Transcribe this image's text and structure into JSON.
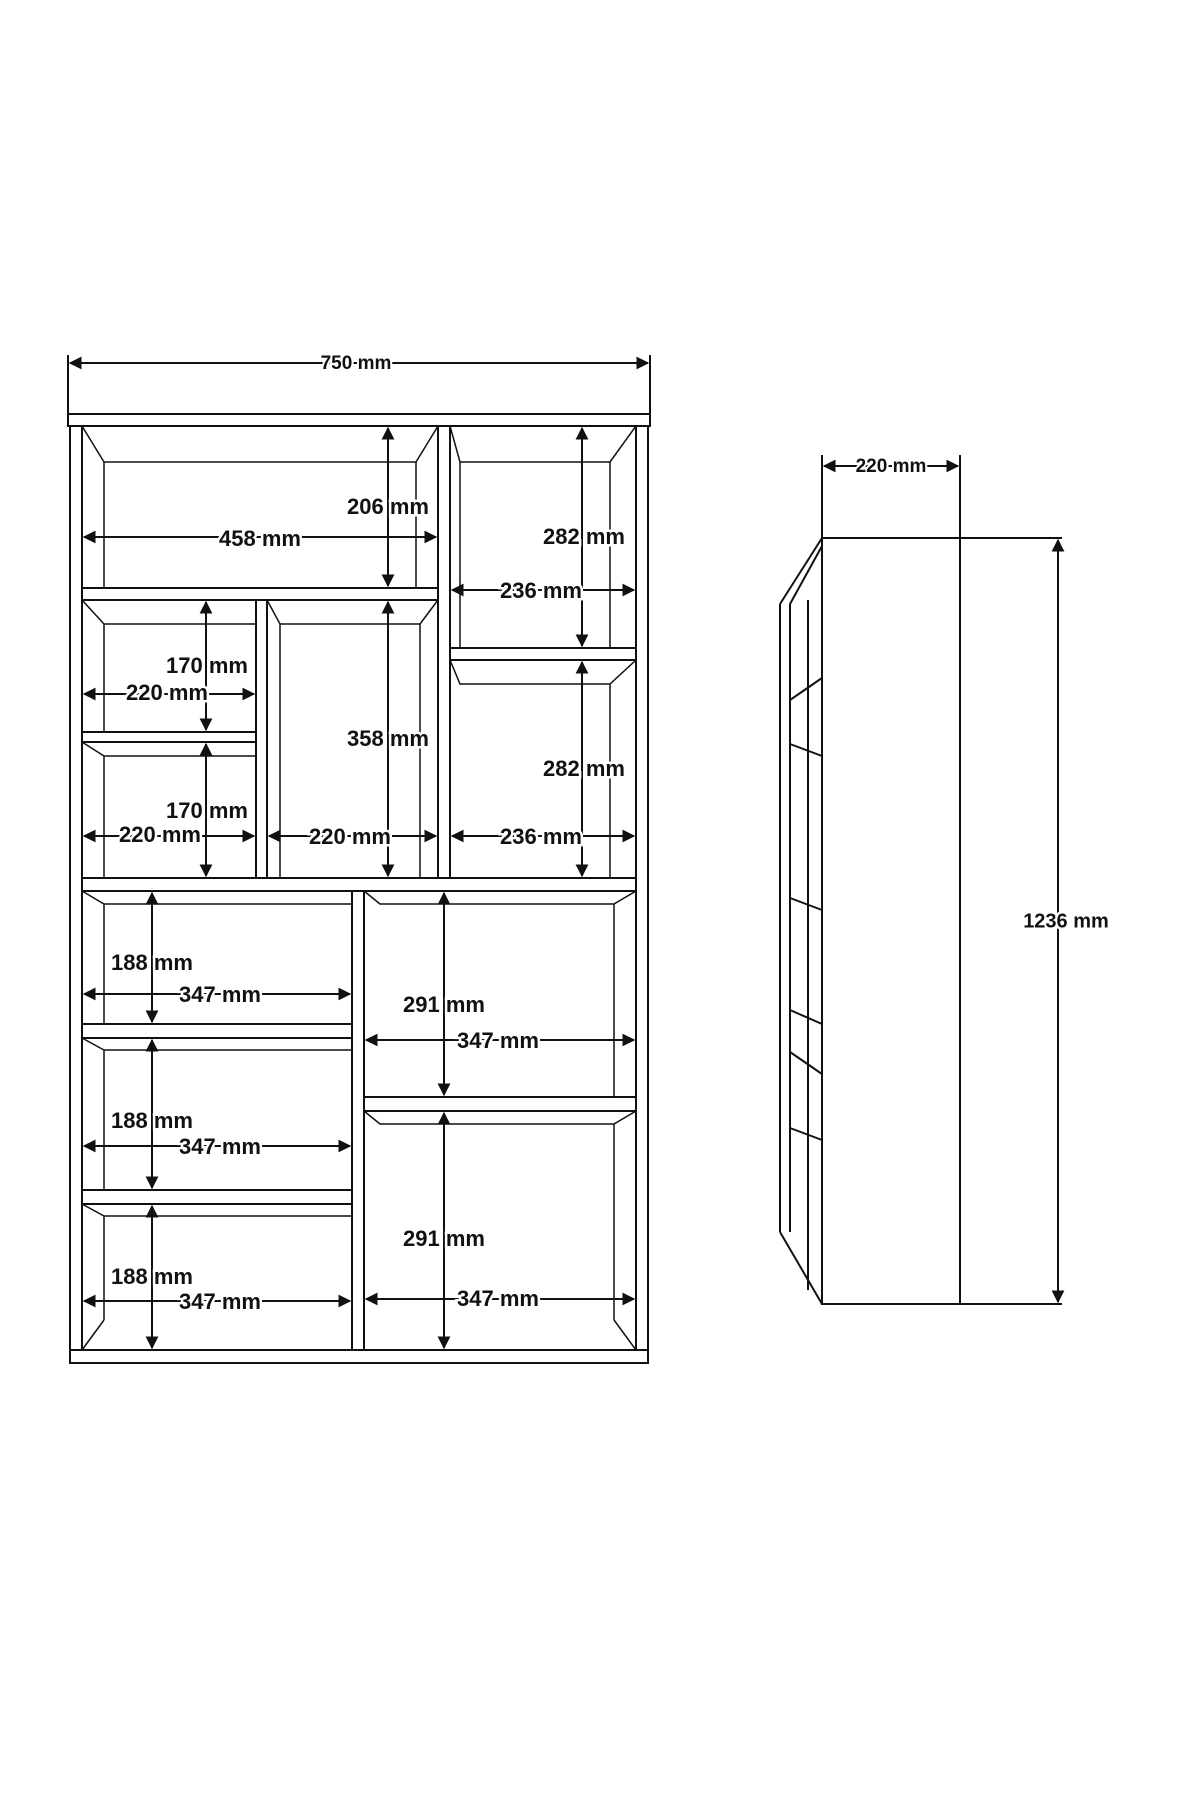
{
  "figure": {
    "front_view": {
      "overall_width": "750 mm",
      "top_wide_compartment": {
        "height": "206 mm",
        "width": "458 mm"
      },
      "top_right_upper_compartment": {
        "height": "282 mm",
        "width": "236 mm"
      },
      "small_left_upper_compartment": {
        "height": "170 mm",
        "width": "220 mm"
      },
      "small_left_lower_compartment": {
        "height": "170 mm",
        "width": "220 mm"
      },
      "middle_tall_compartment": {
        "height": "358 mm",
        "width": "220 mm"
      },
      "top_right_lower_compartment": {
        "height": "282 mm",
        "width": "236 mm"
      },
      "lower_left_compartments": [
        {
          "height": "188 mm",
          "width": "347 mm"
        },
        {
          "height": "188 mm",
          "width": "347 mm"
        },
        {
          "height": "188 mm",
          "width": "347 mm"
        }
      ],
      "lower_right_compartments": [
        {
          "height": "291 mm",
          "width": "347 mm"
        },
        {
          "height": "291 mm",
          "width": "347 mm"
        }
      ]
    },
    "side_view": {
      "depth": "220 mm",
      "overall_height": "1236 mm"
    }
  },
  "colors": {
    "line": "#111111",
    "background": "#ffffff"
  }
}
